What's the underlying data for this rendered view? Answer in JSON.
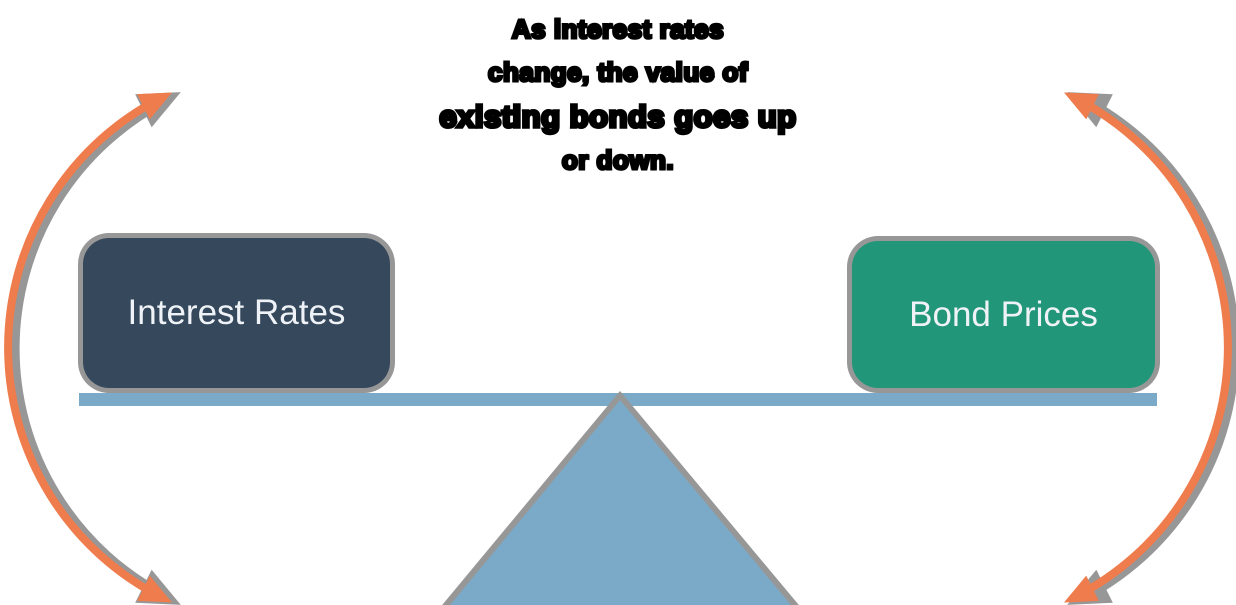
{
  "title": {
    "lines": [
      "As interest rates",
      "change, the value of",
      "existing bonds goes up",
      "or down."
    ]
  },
  "seesaw": {
    "left_label": "Interest Rates",
    "right_label": "Bond Prices"
  },
  "colors": {
    "interest_rates_box": "#35485C",
    "bond_prices_box": "#229678",
    "seesaw_blue": "#7BAAC8",
    "arrow_orange": "#EE7C4D",
    "shadow_gray": "#979797",
    "label_text": "#EFF3F7",
    "title_text": "#000000"
  }
}
